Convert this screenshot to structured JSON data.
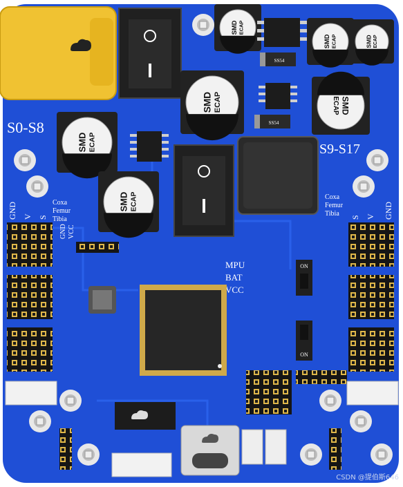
{
  "colors": {
    "pcb": "#1f4fd6",
    "pcb_dark": "#163fb3",
    "silk": "#ffffff",
    "pad": "#d8b84c",
    "chip": "#202020",
    "cap_top": "#f2f2f2",
    "connector": "#f0c232"
  },
  "labels": {
    "group_left": "S0-S8",
    "group_right": "S9-S17",
    "coxa": "Coxa",
    "femur": "Femur",
    "tibia": "Tibia",
    "gnd": "GND",
    "v": "V",
    "s": "S",
    "vcc": "VCC",
    "mpu": "MPU",
    "bat": "BAT",
    "on": "ON"
  },
  "caps": {
    "line1": "SMD",
    "line2": "ECAP"
  },
  "diode_label": "SS54",
  "watermark": "CSDN @提伯斯646",
  "icons": {
    "logo": "cloud-logo-icon",
    "switch": "rocker-switch-icon",
    "usb": "usb-c-icon"
  }
}
